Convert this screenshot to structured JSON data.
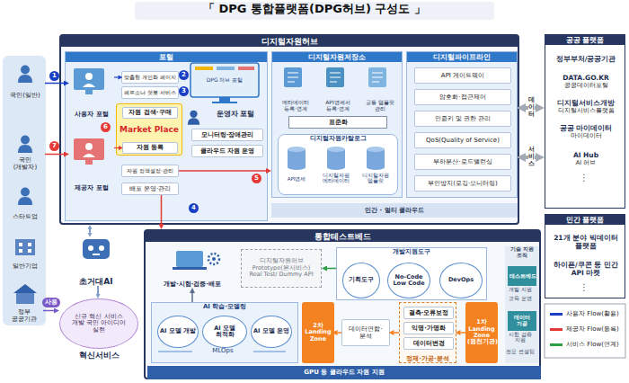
{
  "diagram": {
    "title": "「 DPG 통합플랫폼(DPG허브) 구성도 」",
    "nodes": [
      {
        "text": [
          "국민(일반)"
        ]
      },
      {
        "text": [
          "국민(개발자)"
        ]
      },
      {
        "text": [
          "스타트업"
        ]
      },
      {
        "text": [
          "일반기업"
        ]
      },
      {
        "text": [
          "정부 공공기관"
        ]
      },
      {
        "text": [
          "디지털자원허브"
        ]
      },
      {
        "text": [
          "포털"
        ],
        "in": 5
      },
      {
        "text": [
          "사용자 포털"
        ],
        "in": 6
      },
      {
        "text": [
          "맞춤형 개인화 페이지"
        ],
        "in": 6
      },
      {
        "text": [
          "페르소나 챗봇 서비스"
        ],
        "in": 6
      },
      {
        "text": [
          "Market Place"
        ],
        "in": 6
      },
      {
        "text": [
          "자원 검색·구매"
        ],
        "in": 10
      },
      {
        "text": [
          "자원 등록"
        ],
        "in": 10
      },
      {
        "text": [
          "제공자 포털"
        ],
        "in": 6
      },
      {
        "text": [
          "자원 정책설정·관리"
        ],
        "in": 6
      },
      {
        "text": [
          "배포 운영·관리"
        ],
        "in": 6
      },
      {
        "text": [
          "운영자 포털"
        ],
        "in": 6
      },
      {
        "text": [
          "모니터링·장애관리"
        ],
        "in": 16
      },
      {
        "text": [
          "클라우드 자원 운영"
        ],
        "in": 16
      },
      {
        "text": [
          "디지털자원저장소"
        ],
        "in": 5
      },
      {
        "text": [
          "메타데이터 등록·연계"
        ],
        "in": 19
      },
      {
        "text": [
          "API명세서 등록·연계"
        ],
        "in": 19
      },
      {
        "text": [
          "공통 템플릿 관리"
        ],
        "in": 19
      },
      {
        "text": [
          "표준화"
        ],
        "in": 19
      },
      {
        "text": [
          "디지털자원카탈로그"
        ],
        "in": 19
      },
      {
        "text": [
          "디지털파이프라인"
        ],
        "in": 5
      },
      {
        "text": [
          "API 게이트웨이"
        ],
        "in": 25
      },
      {
        "text": [
          "암호화·접근제어"
        ],
        "in": 25
      },
      {
        "text": [
          "인증키 및 권한 관리"
        ],
        "in": 25
      },
      {
        "text": [
          "QoS(Quality of Service)"
        ],
        "in": 25
      },
      {
        "text": [
          "부하분산·로드밸런싱"
        ],
        "in": 25
      },
      {
        "text": [
          "부인방지(로깅·모니터링)"
        ],
        "in": 25
      },
      {
        "text": [
          "민간 · 멀티 클라우드"
        ],
        "in": 5
      },
      {
        "text": [
          "공공 플랫폼"
        ]
      },
      {
        "text": [
          "정부부처/공공기관"
        ],
        "in": 33
      },
      {
        "text": [
          "DATA.GO.KR",
          "공공데이터포털"
        ],
        "in": 33
      },
      {
        "text": [
          "디지털서비스개방",
          "디지털서비스플랫폼"
        ],
        "in": 33
      },
      {
        "text": [
          "공공 마이데이터",
          "마이데이터"
        ],
        "in": 33
      },
      {
        "text": [
          "AI Hub",
          "AI 허브"
        ],
        "in": 33
      },
      {
        "text": [
          "민간 플랫폼"
        ]
      },
      {
        "text": [
          "21개 분야 빅데이터 플랫폼"
        ],
        "in": 39
      },
      {
        "text": [
          "하이픈/쿠콘 등 민간 API 마켓"
        ],
        "in": 39
      },
      {
        "text": [
          "초거대AI"
        ]
      },
      {
        "text": [
          "신규 혁신 서비스 개발 국민 아이디어 실현",
          "혁신서비스"
        ]
      },
      {
        "text": [
          "통합테스트베드"
        ]
      },
      {
        "text": [
          "개발·시험·검증·배포"
        ],
        "in": 44
      },
      {
        "text": [
          "디지털자원허브 Prototype(본서비스)",
          "Real Test/ Dummy API"
        ],
        "in": 44
      },
      {
        "text": [
          "개발지원도구"
        ],
        "in": 44
      },
      {
        "text": [
          "기획도구"
        ],
        "in": 47
      },
      {
        "text": [
          "No-Code Low Code"
        ],
        "in": 47
      },
      {
        "text": [
          "DevOps"
        ],
        "in": 47
      },
      {
        "text": [
          "AI 학습·모델링"
        ],
        "in": 44
      },
      {
        "text": [
          "AI 모델 개발"
        ],
        "in": 51
      },
      {
        "text": [
          "AI 모델 최적화"
        ],
        "in": 51
      },
      {
        "text": [
          "AI 모델 운영"
        ],
        "in": 51
      },
      {
        "text": [
          "2차 Landing Zone"
        ],
        "in": 44
      },
      {
        "text": [
          "데이터연합·분석"
        ],
        "in": 44
      },
      {
        "text": [
          "정제·가공·분석"
        ],
        "in": 44
      },
      {
        "text": [
          "결측·오류보정"
        ],
        "in": 57
      },
      {
        "text": [
          "익명·가명화"
        ],
        "in": 57
      },
      {
        "text": [
          "데이터변경"
        ],
        "in": 57
      },
      {
        "text": [
          "1차 Landing Zone",
          "(원천기관)"
        ],
        "in": 44
      },
      {
        "text": [
          "기술 지원 조직"
        ],
        "in": 44
      },
      {
        "text": [
          "테스트베드"
        ],
        "in": 62
      },
      {
        "text": [
          "데이터 가공"
        ],
        "in": 62
      },
      {
        "text": [
          "GPU 등 클라우드 자원 지원"
        ],
        "in": 44
      }
    ],
    "edges": [
      {
        "from": 0,
        "to": 7,
        "arrow": "to"
      },
      {
        "from": 1,
        "to": 13,
        "arrow": "to"
      },
      {
        "from": 25,
        "to": 33,
        "label": "데이터",
        "arrow": "both"
      },
      {
        "from": 25,
        "to": 33,
        "label": "서비스",
        "arrow": "both"
      },
      {
        "from": 4,
        "to": 43,
        "label": "사용",
        "arrow": "to"
      },
      {
        "from": 42,
        "to": 5,
        "arrow": "both"
      },
      {
        "from": 42,
        "to": 43,
        "arrow": "to"
      },
      {
        "from": 47,
        "to": 46,
        "arrow": "to"
      },
      {
        "from": 51,
        "to": 45,
        "arrow": "to"
      },
      {
        "from": 61,
        "to": 57,
        "arrow": "to"
      },
      {
        "from": 57,
        "to": 56,
        "arrow": "to"
      },
      {
        "from": 56,
        "to": 55,
        "arrow": "to"
      },
      {
        "from": 7,
        "to": 8,
        "arrow": "to"
      },
      {
        "from": 13,
        "to": 12,
        "arrow": "to"
      },
      {
        "from": 14,
        "to": 19,
        "arrow": "to"
      },
      {
        "from": 15,
        "to": 44,
        "arrow": "to"
      }
    ],
    "labels": [
      "DPG 허브 포털",
      "API명세",
      "디지털자원 메타데이터",
      "디지털자원 템플릿",
      "⋮",
      "⋮",
      "MLOps",
      "개발 지원",
      "교육 운영",
      "시험 검증 지원",
      "전문 컨설팅",
      "1",
      "2",
      "3",
      "7",
      "6",
      "5",
      "4"
    ],
    "legend": [
      {
        "text": "사용자 Flow(활용)",
        "color": "#1a3fc4"
      },
      {
        "text": "제공자 Flow(등록)",
        "color": "#e53935"
      },
      {
        "text": "서비스 Flow(연계)",
        "color": "#2e9e44"
      }
    ]
  }
}
